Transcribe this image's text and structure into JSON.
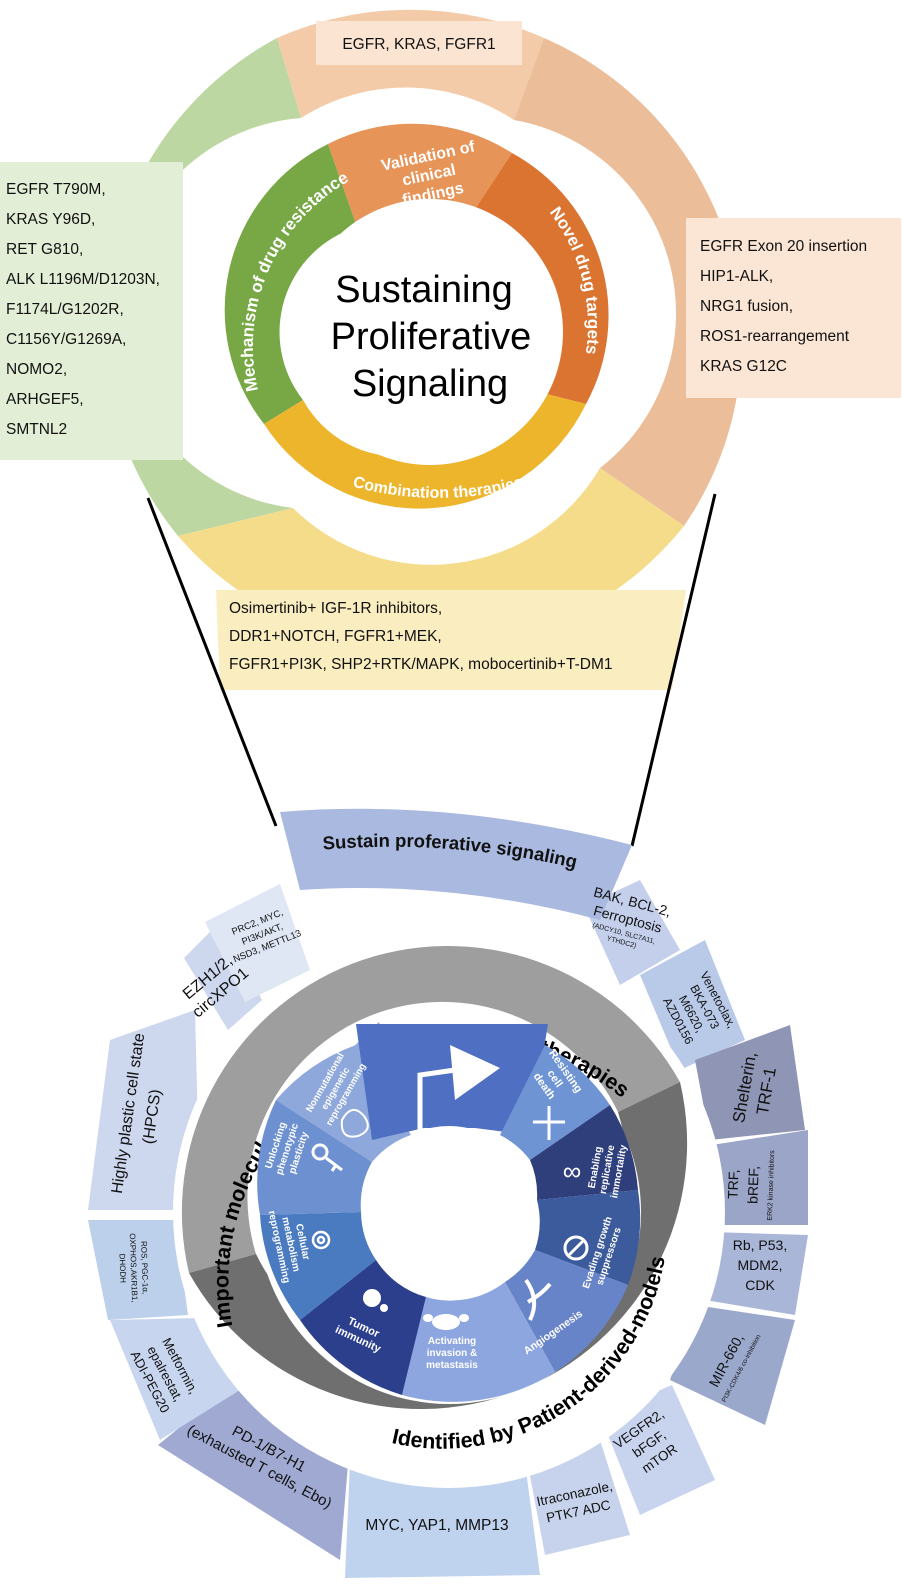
{
  "top_wheel": {
    "title_lines": [
      "Sustaining",
      "Proliferative",
      "Signaling"
    ],
    "inner_segments": {
      "validation": [
        "Validation of",
        "clinical",
        "findings"
      ],
      "novel": "Novel drug targets",
      "combination": "Combination therapies",
      "mechanism": "Mechanism of drug resistance"
    },
    "top_label": "EGFR, KRAS, FGFR1",
    "resistance_list": [
      "EGFR T790M,",
      "KRAS Y96D,",
      "RET G810,",
      "ALK L1196M/D1203N,",
      "F1174L/G1202R,",
      "C1156Y/G1269A,",
      "NOMO2,",
      "ARHGEF5,",
      "SMTNL2"
    ],
    "novel_list": [
      "EGFR Exon 20 insertion",
      "HIP1-ALK,",
      "NRG1 fusion,",
      "ROS1-rearrangement",
      "KRAS G12C"
    ],
    "combination_list": [
      "Osimertinib+ IGF-1R inhibitors,",
      "DDR1+NOTCH, FGFR1+MEK,",
      "FGFR1+PI3K, SHP2+RTK/MAPK, mobocertinib+T-DM1"
    ]
  },
  "bottom_wheel": {
    "banner": "Sustain proferative signaling",
    "upper_ring": "Important molecular targets and corresponding therapies",
    "lower_ring": "Identified by Patient-derived-models",
    "hallmarks": {
      "epigenetic": [
        "Nonmutational",
        "epigenetic",
        "reprogramming"
      ],
      "cell_death": [
        "Resisting",
        "cell",
        "death"
      ],
      "immortality": [
        "Enabling",
        "replicative",
        "immortality"
      ],
      "growth_suppressors": [
        "Evading growth",
        "suppressors"
      ],
      "angiogenesis": "Angiogenesis",
      "invasion": [
        "Activating",
        "invasion  &",
        "metastasis"
      ],
      "tumor_immunity": [
        "Tumor",
        "immunity"
      ],
      "metabolism": [
        "Cellular",
        "metabolism",
        "reprogramming"
      ],
      "plasticity": [
        "Unlocking",
        "phenotypic",
        "plasticity"
      ]
    },
    "outer_labels": {
      "prc2": [
        "PRC2, MYC,",
        "PI3K/AKT,",
        "NSD3, METTL13"
      ],
      "bak": [
        "BAK, BCL-2,",
        "Ferroptosis"
      ],
      "bak_small": [
        "(ADCY10, SLC7A11,",
        "YTHDC2)"
      ],
      "venetoclax": [
        "Venetoclax,",
        "BKA-073",
        "M6620,",
        "AZD0156"
      ],
      "shelterin": [
        "Shelterin,",
        "TRF-1"
      ],
      "trf": [
        "TRF,",
        "bREF,"
      ],
      "trf_small": "ERK2 kinase inhibitors",
      "rb": [
        "Rb, P53,",
        "MDM2,",
        "CDK"
      ],
      "mir": "MIR-660,",
      "mir_small": "PI3K-CDK4/6 co-inhibition",
      "vegfr": [
        "VEGFR2,",
        "bFGF,",
        "mTOR"
      ],
      "itraconazole": [
        "Itraconazole,",
        "PTK7 ADC"
      ],
      "myc": "MYC, YAP1, MMP13",
      "pd1": [
        "PD-1/B7-H1",
        "(exhausted T cells, Ebo)"
      ],
      "metformin": [
        "Metformin,",
        "epalrestat,",
        "ADI-PEG20"
      ],
      "ros": [
        "ROS, PGC-1α,",
        "OXPHOS,AKR1B1,",
        "DHODH"
      ],
      "hpcs": [
        "Highly plastic cell state",
        "(HPCS)"
      ],
      "ezh": [
        "EZH1/2,",
        "circXPO1"
      ]
    }
  },
  "colors": {
    "green_inner": "#77a845",
    "green_outer": "#bdd7a3",
    "peach_inner": "#e69457",
    "peach_outer": "#f3cba8",
    "orange_inner": "#db7430",
    "orange_outer": "#ebbd99",
    "yellow_inner": "#edb52c",
    "yellow_outer": "#f5dc8b",
    "banner_blue": "#a9b9df",
    "ring_light": "#9e9e9e",
    "ring_dark": "#6f6f6f",
    "arrow_blue": "#4f6fc2"
  }
}
